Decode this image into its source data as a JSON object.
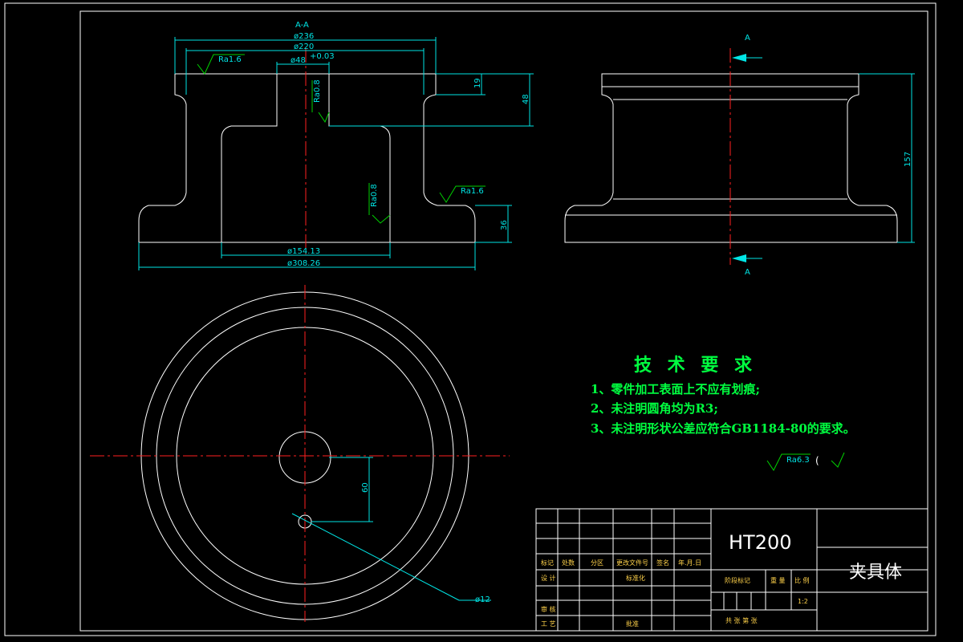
{
  "section_view": {
    "title": "A-A",
    "dims": {
      "d236": "ø236",
      "d220": "ø220",
      "d48": "ø48",
      "d48_tol": "+0.03",
      "h19": "19",
      "h48": "48",
      "d154": "ø154.13",
      "d308": "ø308.26",
      "h36": "36"
    },
    "roughness": {
      "top": "Ra1.6",
      "bore": "Ra0.8",
      "inner": "Ra0.8",
      "flange": "Ra1.6"
    }
  },
  "front_view": {
    "cut_label_top": "A",
    "cut_label_bottom": "A",
    "height_dim": "157"
  },
  "plan_view": {
    "offset_dim": "60",
    "hole_dim": "ø12"
  },
  "tech_requirements": {
    "title": "技 术 要 求",
    "items": [
      "1、零件加工表面上不应有划痕;",
      "2、未注明圆角均为R3;",
      "3、未注明形状公差应符合GB1184-80的要求。"
    ],
    "general_roughness": "Ra6.3",
    "paren": "("
  },
  "title_block": {
    "material": "HT200",
    "part_name": "夹具体",
    "row_headers": [
      "标记",
      "处数",
      "分区",
      "更改文件号",
      "签名",
      "年.月.日"
    ],
    "design": "设 计",
    "standardize": "标准化",
    "review": "审 核",
    "process": "工 艺",
    "approve": "批准",
    "stage_mark": "阶段标记",
    "weight": "重 量",
    "scale": "比 例",
    "scale_value": "1:2",
    "sheets": "共  张  第  张"
  }
}
